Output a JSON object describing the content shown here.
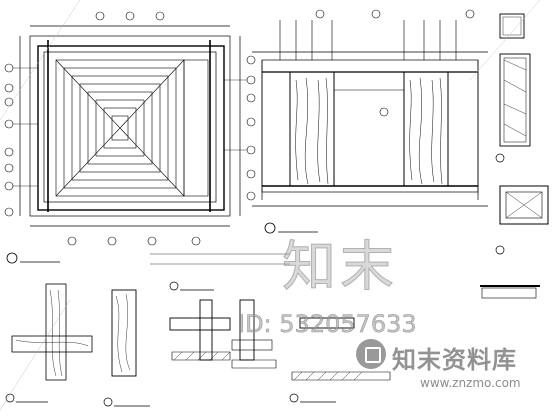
{
  "watermark": {
    "big": "知末",
    "id": "ID: 532057633",
    "library": "知末资料库",
    "url": "www.znzmo.com"
  },
  "colors": {
    "ink": "#000000",
    "watermark": "#9a9a9a"
  }
}
